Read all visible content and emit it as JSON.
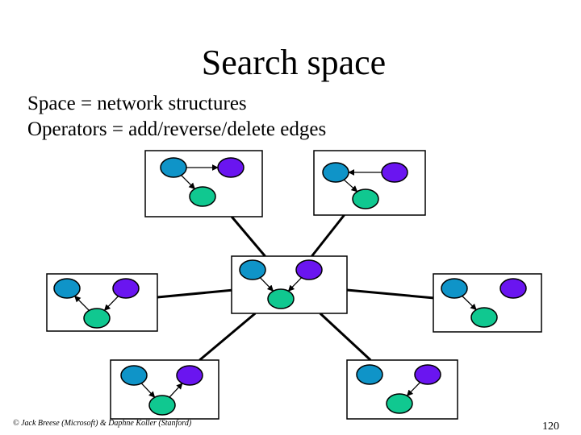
{
  "slide": {
    "title": "Search space",
    "bullets": [
      "Space = network structures",
      "Operators = add/reverse/delete edges"
    ],
    "footer": "© Jack Breese (Microsoft) & Daphne Koller (Stanford)",
    "page_number": "120"
  },
  "colors": {
    "node_blue": "#0f94c8",
    "node_purple": "#6a15f0",
    "node_green": "#10c890",
    "node_outline": "#000000",
    "box_border": "#000000",
    "line": "#000000"
  },
  "network": {
    "node_roles": [
      "blue-node",
      "purple-node",
      "green-node"
    ],
    "structures": [
      {
        "name": "top-left",
        "edges": [
          [
            "blue-node",
            "purple-node"
          ],
          [
            "blue-node",
            "green-node"
          ]
        ]
      },
      {
        "name": "top-right",
        "edges": [
          [
            "purple-node",
            "blue-node"
          ],
          [
            "blue-node",
            "green-node"
          ]
        ]
      },
      {
        "name": "center",
        "edges": [
          [
            "blue-node",
            "green-node"
          ],
          [
            "purple-node",
            "green-node"
          ]
        ]
      },
      {
        "name": "left",
        "edges": [
          [
            "green-node",
            "blue-node"
          ],
          [
            "purple-node",
            "green-node"
          ]
        ]
      },
      {
        "name": "right",
        "edges": [
          [
            "blue-node",
            "green-node"
          ]
        ]
      },
      {
        "name": "bottom-left",
        "edges": [
          [
            "blue-node",
            "green-node"
          ],
          [
            "green-node",
            "purple-node"
          ]
        ]
      },
      {
        "name": "bottom-right",
        "edges": [
          [
            "purple-node",
            "green-node"
          ]
        ]
      }
    ],
    "connections": [
      [
        "center",
        "top-left"
      ],
      [
        "center",
        "top-right"
      ],
      [
        "center",
        "left"
      ],
      [
        "center",
        "right"
      ],
      [
        "center",
        "bottom-left"
      ],
      [
        "center",
        "bottom-right"
      ]
    ]
  }
}
